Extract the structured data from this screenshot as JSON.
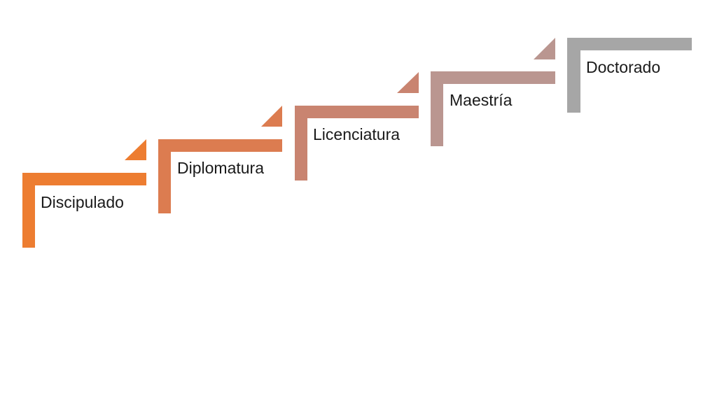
{
  "steps": [
    {
      "label": "Discipulado",
      "color": "#ED7D31"
    },
    {
      "label": "Diplomatura",
      "color": "#DC7C50"
    },
    {
      "label": "Licenciatura",
      "color": "#C98470"
    },
    {
      "label": "Maestría",
      "color": "#BA9690"
    },
    {
      "label": "Doctorado",
      "color": "#A6A6A6"
    }
  ]
}
